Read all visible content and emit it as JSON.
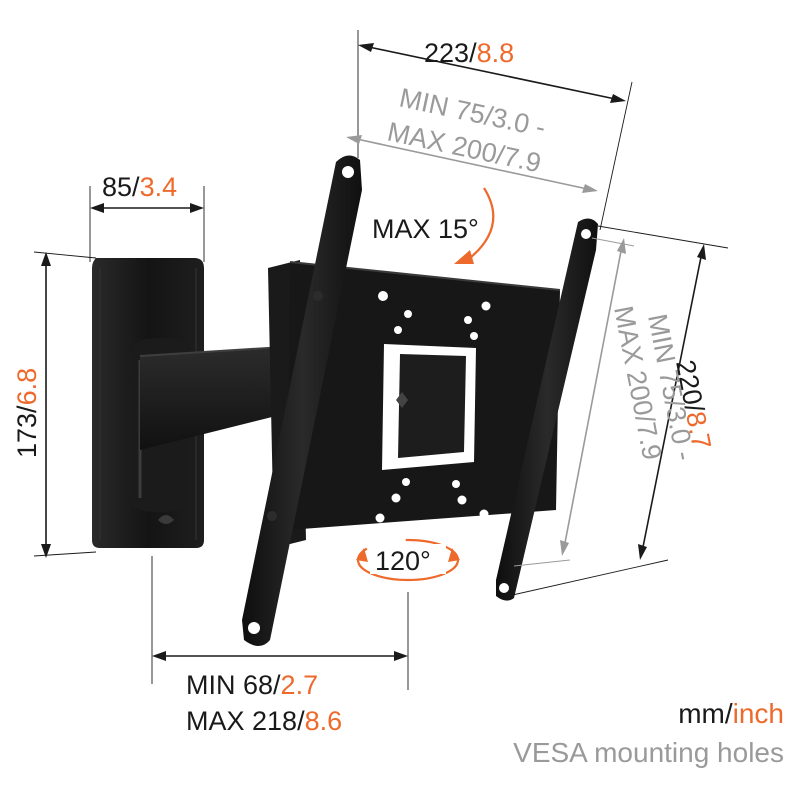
{
  "dimensions": {
    "top_width": {
      "mm": "223",
      "sep": "/",
      "inch": "8.8"
    },
    "vesa_horizontal": {
      "line1": "MIN 75/3.0 -",
      "line2": "MAX 200/7.9"
    },
    "plate_width": {
      "mm": "85",
      "sep": "/",
      "inch": "3.4"
    },
    "plate_height": {
      "mm": "173",
      "sep": "/",
      "inch": "6.8"
    },
    "bracket_height": {
      "mm": "220",
      "sep": "/",
      "inch": "8.7"
    },
    "vesa_vertical": {
      "line1": "MIN 75/3.0 -",
      "line2": "MAX 200/7.9"
    },
    "depth_min": {
      "label": "MIN 68",
      "sep": "/",
      "inch": "2.7"
    },
    "depth_max": {
      "label": "MAX 218",
      "sep": "/",
      "inch": "8.6"
    }
  },
  "angles": {
    "tilt": "MAX 15°",
    "swivel": "120°"
  },
  "legend": {
    "units_mm": "mm",
    "units_sep": "/",
    "units_inch": "inch",
    "vesa": "VESA mounting holes"
  },
  "colors": {
    "accent_orange": "#ee6a2c",
    "text_black": "#1a1a1a",
    "text_grey": "#9a9a9a",
    "metal_black": "#161616"
  }
}
